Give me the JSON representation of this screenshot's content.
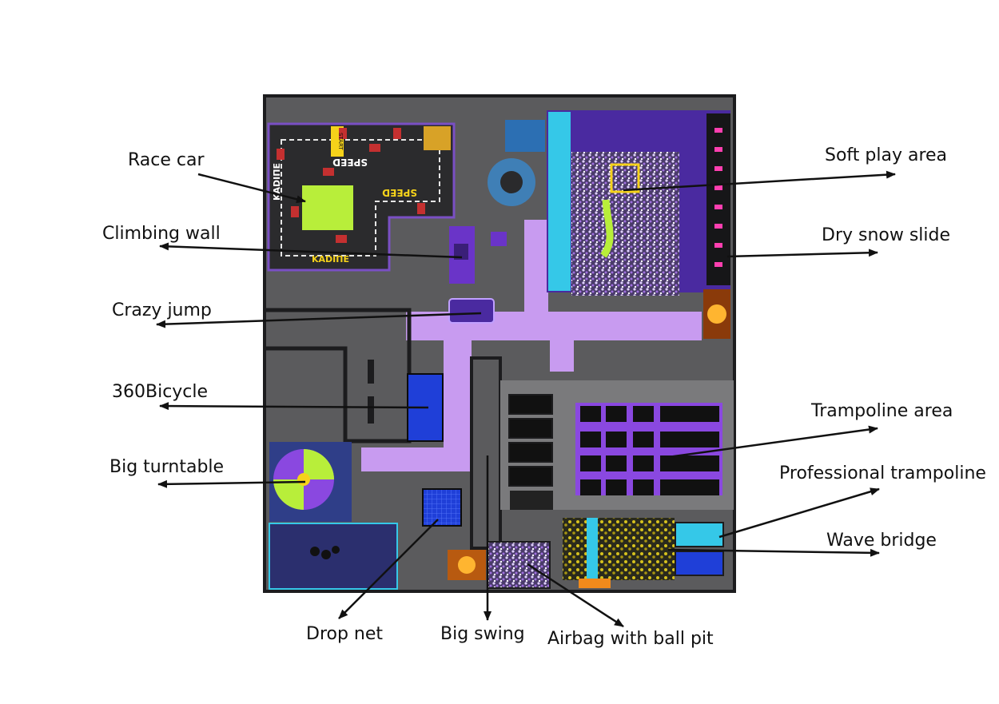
{
  "labels": {
    "race_car": "Race car",
    "climbing_wall": "Climbing wall",
    "crazy_jump": "Crazy jump",
    "bicycle_360": "360Bicycle",
    "big_turntable": "Big turntable",
    "drop_net": "Drop net",
    "big_swing": "Big swing",
    "airbag_ball_pit": "Airbag with ball pit",
    "soft_play_area": "Soft play area",
    "dry_snow_slide": "Dry snow slide",
    "trampoline_area": "Trampoline area",
    "professional_trampoline": "Professional trampoline",
    "wave_bridge": "Wave bridge"
  },
  "track_text": {
    "brand": "KADIΠE",
    "speed": "SPEED",
    "start": "START"
  },
  "colors": {
    "floor": "#5b5b5d",
    "frame": "#1c1c1e",
    "path": "#c89bf0",
    "track": "#2b2b2d",
    "track_border": "#7a4fc4",
    "neon_green": "#b8ee3a",
    "purple": "#6a34c8",
    "cyan": "#35c8e8",
    "blue": "#1f3fd8",
    "trampoline_frame": "#8a48e0",
    "yellow": "#f5d21a",
    "orange": "#f08a1c",
    "arrow": "#111111"
  }
}
